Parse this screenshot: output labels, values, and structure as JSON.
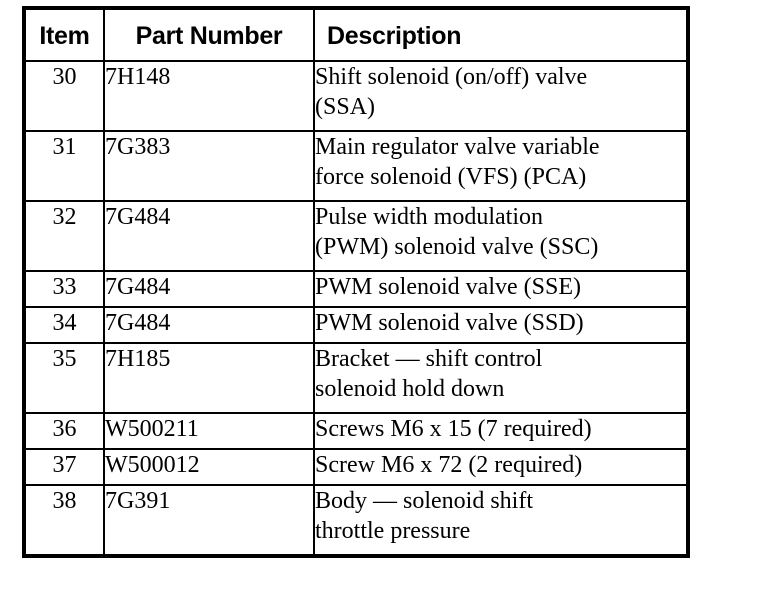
{
  "table": {
    "columns": [
      {
        "key": "item",
        "label": "Item",
        "align": "center"
      },
      {
        "key": "part_number",
        "label": "Part Number",
        "align": "center"
      },
      {
        "key": "description",
        "label": "Description",
        "align": "left"
      }
    ],
    "rows": [
      {
        "item": "30",
        "part_number": "7H148",
        "description": "Shift solenoid (on/off) valve\n(SSA)",
        "lines": 2
      },
      {
        "item": "31",
        "part_number": "7G383",
        "description": "Main regulator valve variable\nforce solenoid (VFS) (PCA)",
        "lines": 2
      },
      {
        "item": "32",
        "part_number": "7G484",
        "description": "Pulse width modulation\n(PWM) solenoid valve (SSC)",
        "lines": 2
      },
      {
        "item": "33",
        "part_number": "7G484",
        "description": "PWM solenoid valve (SSE)",
        "lines": 1
      },
      {
        "item": "34",
        "part_number": "7G484",
        "description": "PWM solenoid valve (SSD)",
        "lines": 1
      },
      {
        "item": "35",
        "part_number": "7H185",
        "description": "Bracket — shift control\nsolenoid hold down",
        "lines": 2
      },
      {
        "item": "36",
        "part_number": "W500211",
        "description": "Screws M6 x 15 (7 required)",
        "lines": 1
      },
      {
        "item": "37",
        "part_number": "W500012",
        "description": "Screw M6 x 72 (2 required)",
        "lines": 1
      },
      {
        "item": "38",
        "part_number": "7G391",
        "description": "Body — solenoid shift\nthrottle pressure",
        "lines": 2
      }
    ]
  },
  "style": {
    "page_background": "#ffffff",
    "text_color": "#000000",
    "border_color": "#000000"
  }
}
